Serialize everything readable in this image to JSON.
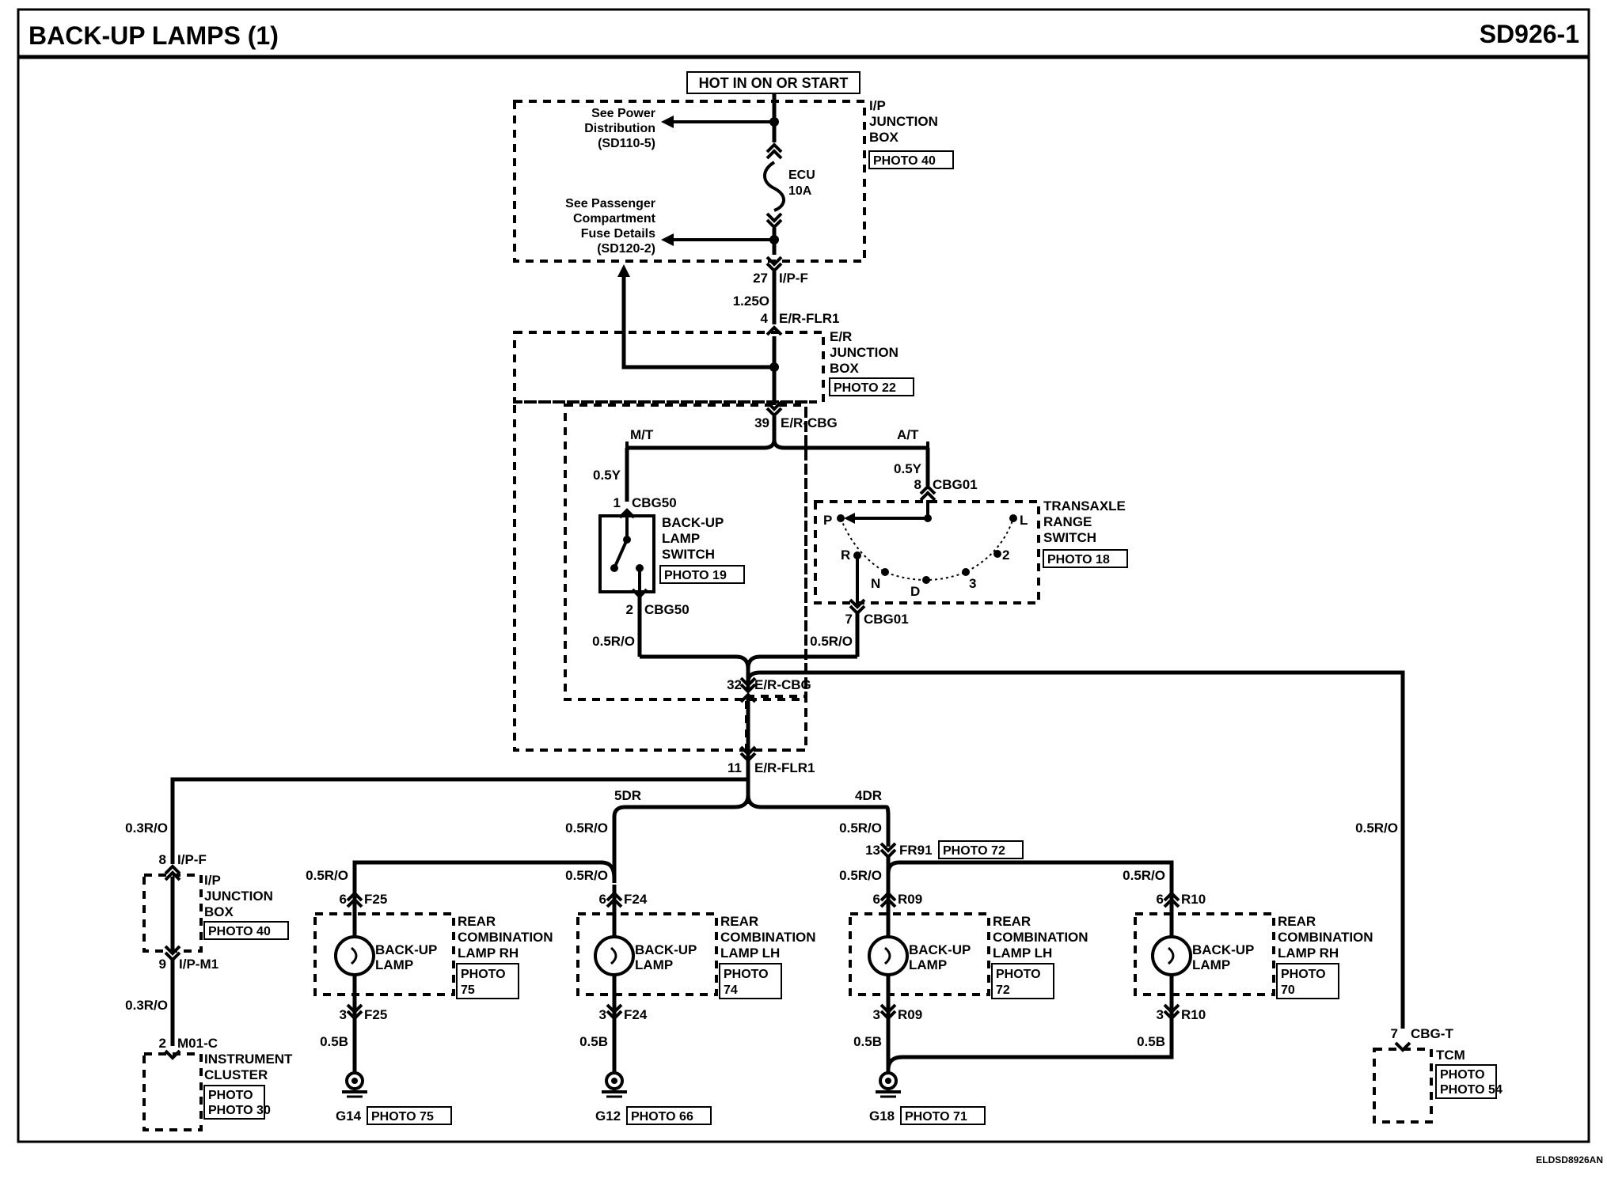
{
  "header": {
    "title": "BACK-UP LAMPS (1)",
    "code": "SD926-1"
  },
  "footer": {
    "code": "ELDSD8926AN"
  },
  "power": {
    "label": "HOT IN ON OR START"
  },
  "ip_junction_box_top": {
    "name": [
      "I/P",
      "JUNCTION",
      "BOX"
    ],
    "photo": "PHOTO 40",
    "ref_power": [
      "See Power",
      "Distribution",
      "(SD110-5)"
    ],
    "ref_fuse": [
      "See Passenger",
      "Compartment",
      "Fuse Details",
      "(SD120-2)"
    ],
    "fuse": [
      "ECU",
      "10A"
    ]
  },
  "er_junction_box": {
    "name": [
      "E/R",
      "JUNCTION",
      "BOX"
    ],
    "photo": "PHOTO 22"
  },
  "connectors": {
    "ipf_top": {
      "pin": "27",
      "name": "I/P-F"
    },
    "wire_125o": "1.25O",
    "erflr1_top": {
      "pin": "4",
      "name": "E/R-FLR1"
    },
    "ercbg_top": {
      "pin": "39",
      "name": "E/R-CBG"
    },
    "ercbg_mid": {
      "pin": "32",
      "name": "E/R-CBG"
    },
    "erflr1_bot": {
      "pin": "11",
      "name": "E/R-FLR1"
    },
    "cbg50_1": {
      "pin": "1",
      "name": "CBG50"
    },
    "cbg50_2": {
      "pin": "2",
      "name": "CBG50"
    },
    "cbg01_8": {
      "pin": "8",
      "name": "CBG01"
    },
    "cbg01_7": {
      "pin": "7",
      "name": "CBG01"
    }
  },
  "variants": {
    "mt": "M/T",
    "at": "A/T",
    "dr5": "5DR",
    "dr4": "4DR"
  },
  "wires": {
    "w05y": "0.5Y",
    "w05ro": "0.5R/O",
    "w03ro": "0.3R/O",
    "w05b": "0.5B"
  },
  "backup_switch": {
    "name": [
      "BACK-UP",
      "LAMP",
      "SWITCH"
    ],
    "photo": "PHOTO 19"
  },
  "transaxle": {
    "name": [
      "TRANSAXLE",
      "RANGE",
      "SWITCH"
    ],
    "photo": "PHOTO 18",
    "positions": [
      "P",
      "R",
      "N",
      "D",
      "3",
      "2",
      "L"
    ]
  },
  "left_branch": {
    "ipf": {
      "pin": "8",
      "name": "I/P-F"
    },
    "box_name": [
      "I/P",
      "JUNCTION",
      "BOX"
    ],
    "box_photo": "PHOTO 40",
    "ipm1": {
      "pin": "9",
      "name": "I/P-M1"
    },
    "m01c": {
      "pin": "2",
      "name": "M01-C"
    },
    "cluster": [
      "INSTRUMENT",
      "CLUSTER"
    ],
    "cluster_photo": "PHOTO 30"
  },
  "fr91": {
    "pin": "13",
    "name": "FR91",
    "photo": "PHOTO 72"
  },
  "lamp_label": [
    "BACK-UP",
    "LAMP"
  ],
  "lamps": [
    {
      "top_pin": "6",
      "top_conn": "F25",
      "bot_pin": "3",
      "bot_conn": "F25",
      "name": [
        "REAR",
        "COMBINATION",
        "LAMP RH"
      ],
      "photo": "PHOTO 75"
    },
    {
      "top_pin": "6",
      "top_conn": "F24",
      "bot_pin": "3",
      "bot_conn": "F24",
      "name": [
        "REAR",
        "COMBINATION",
        "LAMP LH"
      ],
      "photo": "PHOTO 74"
    },
    {
      "top_pin": "6",
      "top_conn": "R09",
      "bot_pin": "3",
      "bot_conn": "R09",
      "name": [
        "REAR",
        "COMBINATION",
        "LAMP LH"
      ],
      "photo": "PHOTO 72"
    },
    {
      "top_pin": "6",
      "top_conn": "R10",
      "bot_pin": "3",
      "bot_conn": "R10",
      "name": [
        "REAR",
        "COMBINATION",
        "LAMP RH"
      ],
      "photo": "PHOTO 70"
    }
  ],
  "grounds": [
    {
      "name": "G14",
      "photo": "PHOTO 75"
    },
    {
      "name": "G12",
      "photo": "PHOTO 66"
    },
    {
      "name": "G18",
      "photo": "PHOTO 71"
    }
  ],
  "tcm": {
    "pin": "7",
    "conn": "CBG-T",
    "name": "TCM",
    "photo": "PHOTO 54"
  }
}
